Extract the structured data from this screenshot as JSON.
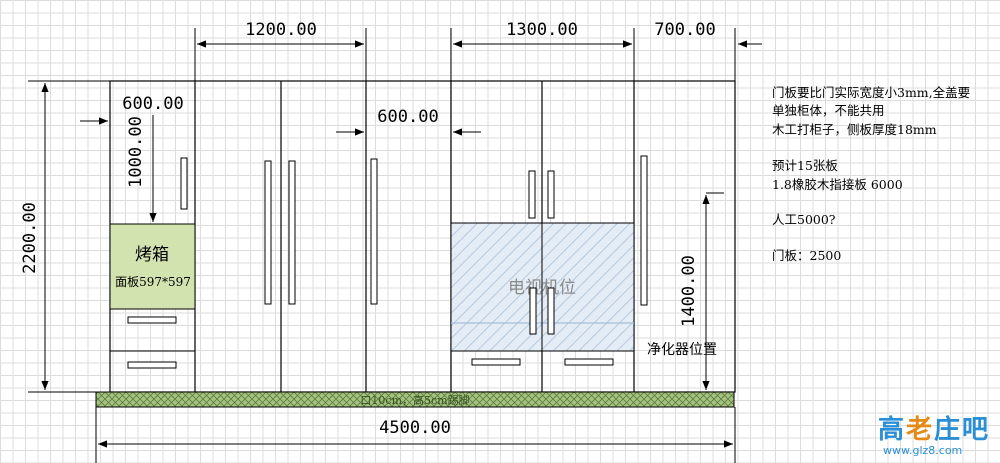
{
  "dimensions": {
    "top_span_1": "1200.00",
    "top_span_2": "1300.00",
    "top_span_3": "700.00",
    "left_width": "600.00",
    "left_height_upper": "1000.00",
    "middle_width": "600.00",
    "total_height": "2200.00",
    "right_height": "1400.00",
    "total_width": "4500.00"
  },
  "labels": {
    "oven_title": "烤箱",
    "oven_panel": "面板597*597",
    "appliance_zone": "电视机位",
    "purifier": "净化器位置",
    "plinth": "口10cm，高5cm踢脚"
  },
  "notes": {
    "line1": "门板要比门实际宽度小3mm,全盖要",
    "line2": "单独柜体，不能共用",
    "line3": "木工打柜子，侧板厚度18mm",
    "line4": "预计15张板",
    "line5": "1.8橡胶木指接板   6000",
    "line6": "人工5000?",
    "line7": "门板：2500"
  },
  "watermark": {
    "logo": "高老庄吧",
    "url": "www.glz8.com"
  },
  "colors": {
    "oven_fill": "#d3e3b0",
    "hatch_fill": "#e4edf6",
    "hatch_line": "#a9bfd6",
    "plinth_fill": "#a4c281",
    "plinth_cross": "#5f7d3e"
  }
}
